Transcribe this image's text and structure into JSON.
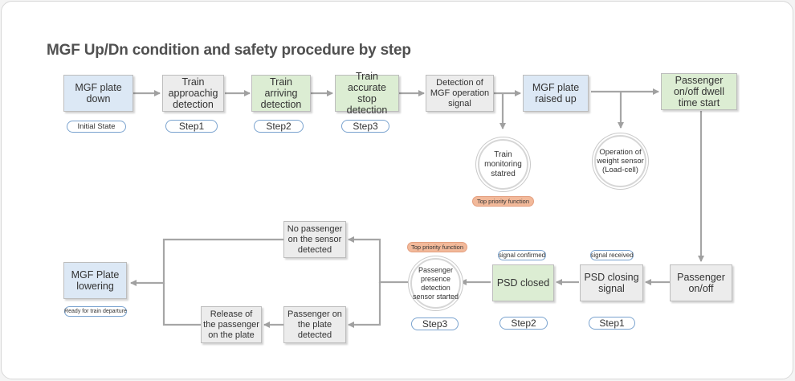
{
  "title": "MGF Up/Dn condition and safety procedure by step",
  "boxes": {
    "mgf_plate_down": "MGF plate down",
    "train_approaching": "Train approachig detection",
    "train_arriving": "Train arriving detection",
    "train_accurate": "Train accurate stop detection",
    "detection_mgf": "Detection of MGF operation signal",
    "mgf_raised": "MGF plate raised up",
    "dwell_time": "Passenger on/off dwell time start",
    "passenger_onoff": "Passenger on/off",
    "psd_closing": "PSD closing signal",
    "psd_closed": "PSD closed",
    "no_passenger": "No passenger on the sensor detected",
    "passenger_on_plate": "Passenger on the plate detected",
    "release_passenger": "Release of the passenger on the plate",
    "mgf_lowering": "MGF Plate lowering"
  },
  "circles": {
    "train_monitoring": "Train monitoring statred",
    "weight_sensor": "Operation of weight sensor (Load-cell)",
    "presence_detection": "Passenger presence detection sensor started"
  },
  "labels": {
    "initial_state": "Initial State",
    "top_step1": "Step1",
    "top_step2": "Step2",
    "top_step3": "Step3",
    "bottom_step1": "Step1",
    "bottom_step2": "Step2",
    "bottom_step3": "Step3",
    "signal_received": "signal received",
    "signal_confirmed": "signal confirmed",
    "top_priority_1": "Top priority function",
    "top_priority_2": "Top priority function",
    "ready_departure": "Ready for train departure"
  },
  "colors": {
    "gray_box": "#ececec",
    "blue_box": "#dce8f5",
    "green_box": "#dcedd3",
    "priority_badge": "#f2b99a",
    "pill_border": "#7aa3cf",
    "arrow": "#a6a6a6"
  }
}
